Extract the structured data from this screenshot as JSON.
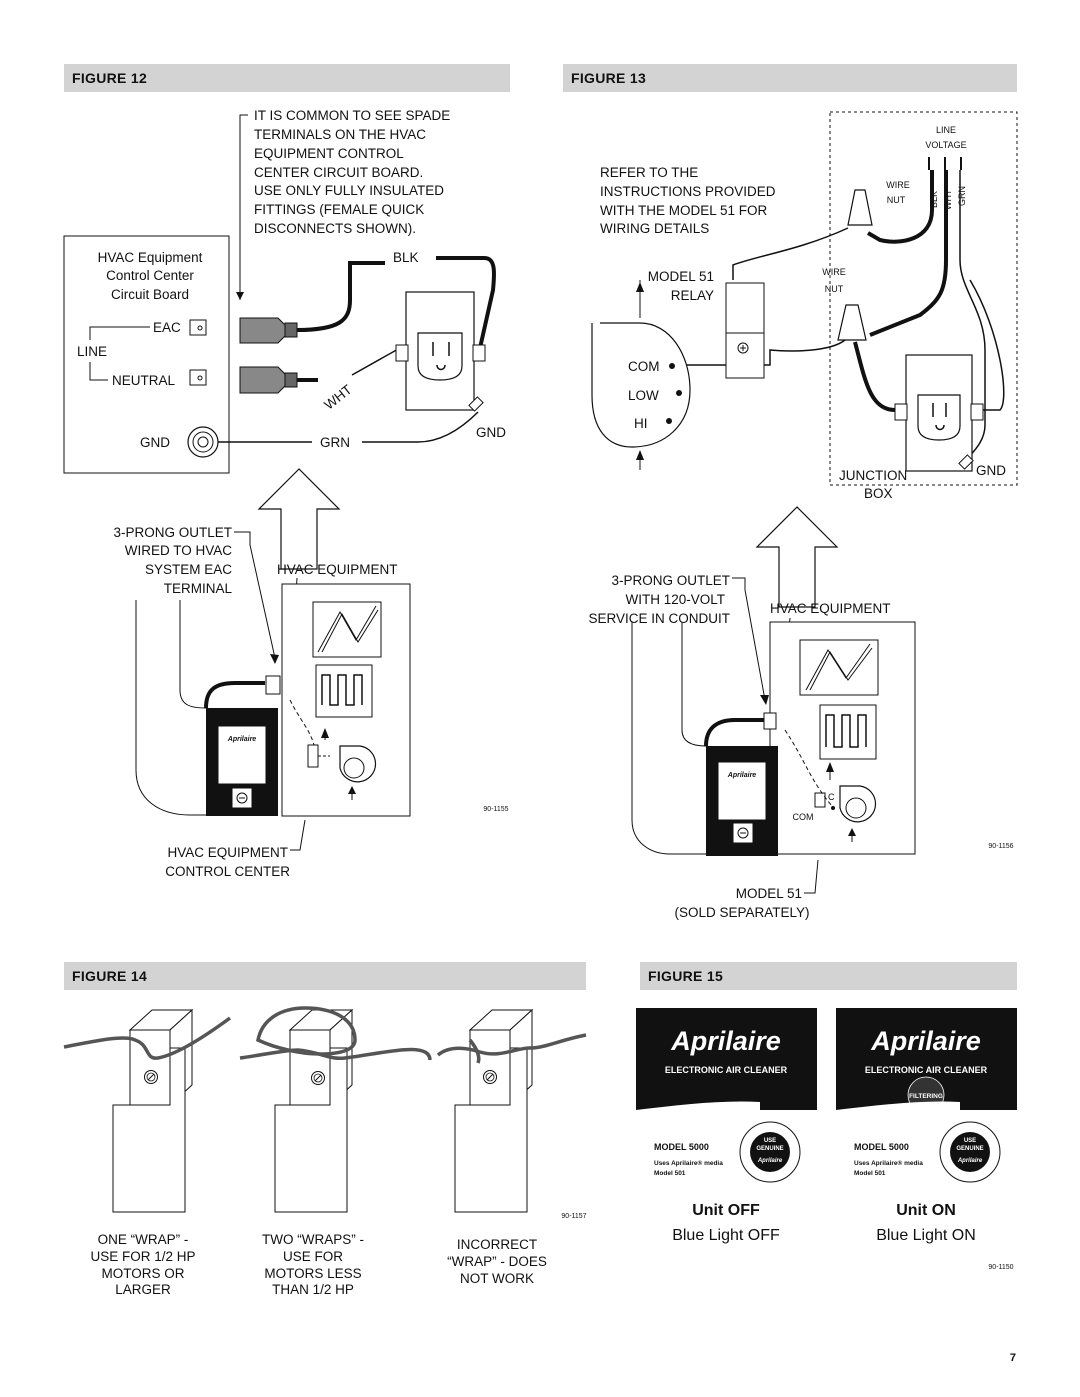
{
  "figures": {
    "fig12": {
      "title": "FIGURE 12",
      "note_lines": [
        "IT IS COMMON TO SEE SPADE",
        "TERMINALS ON THE HVAC",
        "EQUIPMENT CONTROL",
        "CENTER CIRCUIT BOARD.",
        "USE ONLY FULLY INSULATED",
        "FITTINGS (FEMALE QUICK",
        "DISCONNECTS SHOWN)."
      ],
      "board_lines": [
        "HVAC Equipment",
        "Control Center",
        "Circuit Board"
      ],
      "eac": "EAC",
      "line": "LINE",
      "neutral": "NEUTRAL",
      "gnd_left": "GND",
      "blk": "BLK",
      "wht": "WHT",
      "grn": "GRN",
      "gnd_right": "GND",
      "outlet_label": [
        "3-PRONG OUTLET",
        "WIRED TO HVAC",
        "SYSTEM EAC",
        "TERMINAL"
      ],
      "hvac_equipment": "HVAC EQUIPMENT",
      "control_center": [
        "HVAC EQUIPMENT",
        "CONTROL CENTER"
      ],
      "brand_small": "Aprilaire",
      "code": "90-1155"
    },
    "fig13": {
      "title": "FIGURE 13",
      "refer_lines": [
        "REFER TO THE",
        "INSTRUCTIONS PROVIDED",
        "WITH THE MODEL 51 FOR",
        "WIRING DETAILS"
      ],
      "line_voltage": [
        "LINE",
        "VOLTAGE"
      ],
      "wire_nut": [
        "WIRE",
        "NUT"
      ],
      "wire_colors": [
        "BLK",
        "WHT",
        "GRN"
      ],
      "model51_relay": [
        "MODEL 51",
        "RELAY"
      ],
      "com": "COM",
      "low": "LOW",
      "hi": "HI",
      "junction_box": [
        "JUNCTION",
        "BOX"
      ],
      "gnd": "GND",
      "outlet_label": [
        "3-PRONG OUTLET",
        "WITH 120-VOLT",
        "SERVICE IN CONDUIT"
      ],
      "hvac_equipment": "HVAC EQUIPMENT",
      "com_small": "COM",
      "c_small": "C",
      "model51_sold": [
        "MODEL 51",
        "(SOLD SEPARATELY)"
      ],
      "brand_small": "Aprilaire",
      "code": "90-1156"
    },
    "fig14": {
      "title": "FIGURE 14",
      "captions": [
        [
          "ONE “WRAP” -",
          "USE FOR 1/2 HP",
          "MOTORS OR",
          "LARGER"
        ],
        [
          "TWO “WRAPS” -",
          "USE FOR",
          "MOTORS LESS",
          "THAN 1/2 HP"
        ],
        [
          "INCORRECT",
          "“WRAP” - DOES",
          "NOT WORK"
        ]
      ],
      "code": "90-1157"
    },
    "fig15": {
      "title": "FIGURE 15",
      "brand": "Aprilaire",
      "subtitle": "ELECTRONIC AIR CLEANER",
      "model": "MODEL 5000",
      "uses_lines": [
        "Uses Aprilaire® media",
        "Model 501"
      ],
      "use_genuine": [
        "USE",
        "GENUINE"
      ],
      "filtering": "FILTERING",
      "unit_off": "Unit OFF",
      "light_off": "Blue Light OFF",
      "unit_on": "Unit ON",
      "light_on": "Blue Light ON",
      "code": "90-1150"
    }
  },
  "page_number": "7"
}
